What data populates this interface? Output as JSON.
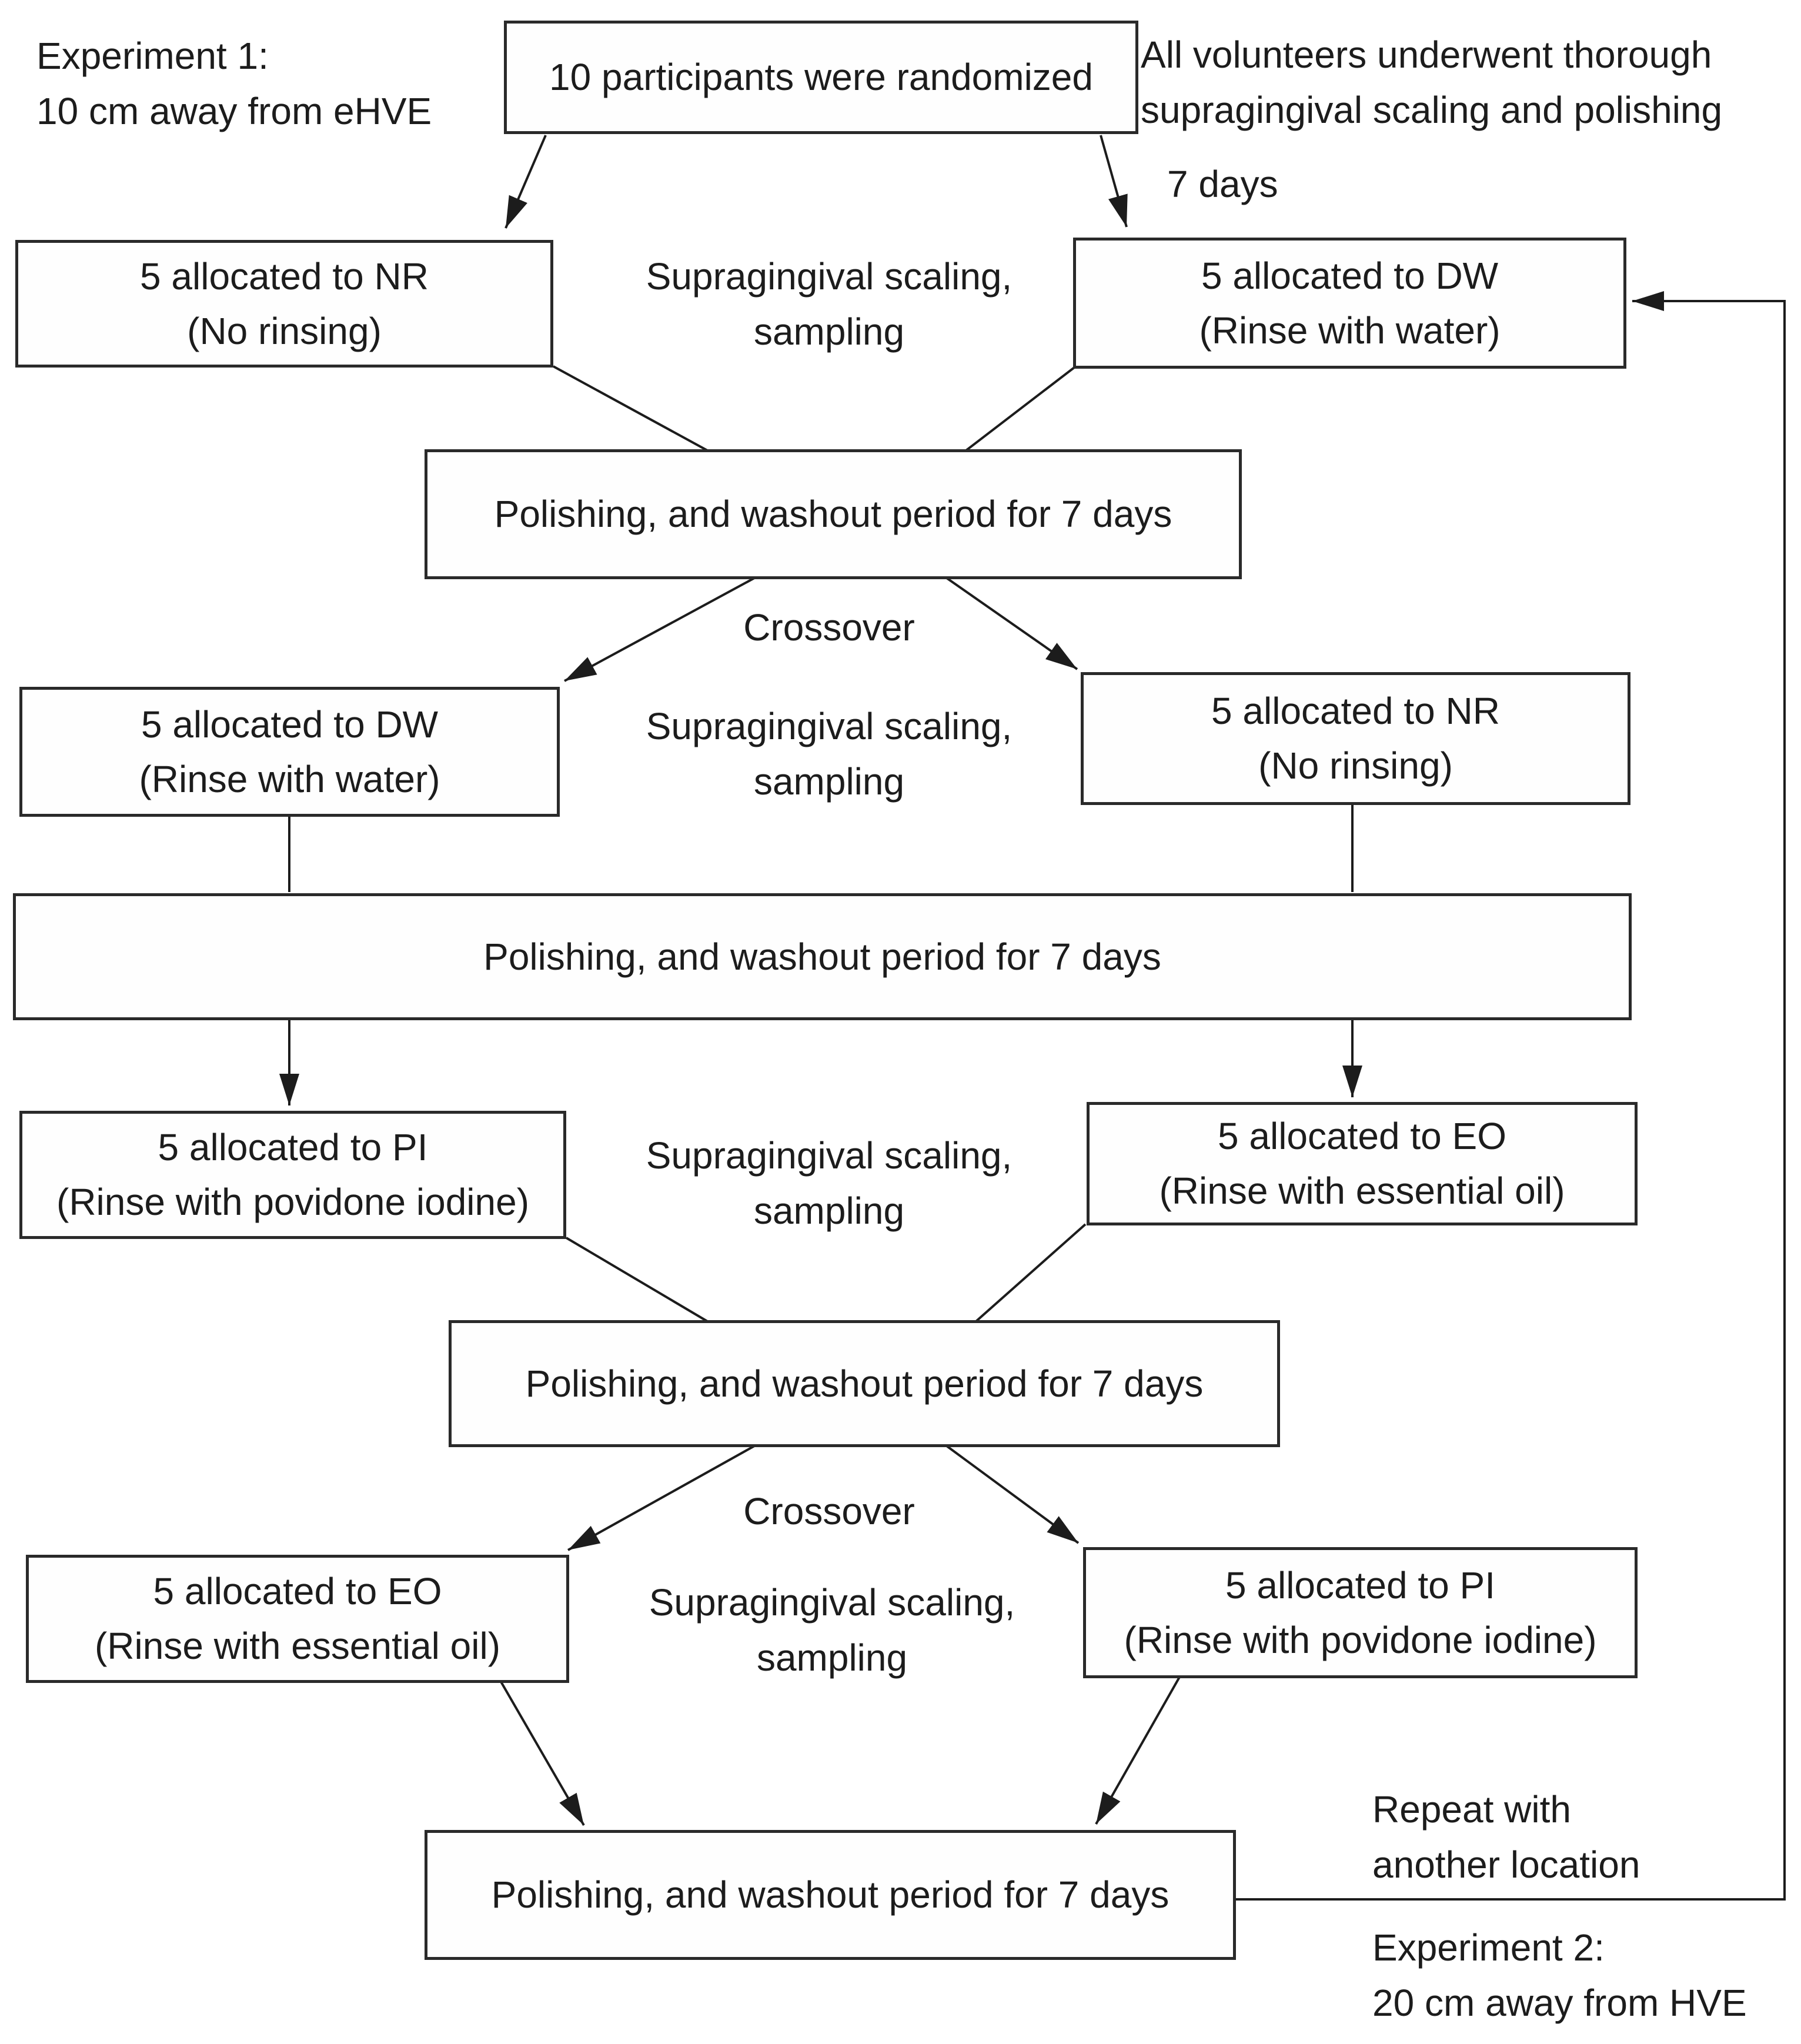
{
  "figure": {
    "type": "flowchart",
    "background": "#ffffff",
    "line_color": "#1c1c1c",
    "box_border_color": "#2a2a2a"
  },
  "annotations": {
    "experiment1": {
      "line1": "Experiment 1:",
      "line2": "10 cm away from eHVE"
    },
    "volunteers_note": {
      "line1": "All volunteers underwent thorough",
      "line2": "supragingival scaling and polishing"
    },
    "seven_days": "7 days",
    "scaling1": {
      "line1": "Supragingival scaling,",
      "line2": "sampling"
    },
    "crossover1": "Crossover",
    "scaling2": {
      "line1": "Supragingival scaling,",
      "line2": "sampling"
    },
    "scaling3": {
      "line1": "Supragingival scaling,",
      "line2": "sampling"
    },
    "crossover2": "Crossover",
    "scaling4": {
      "line1": "Supragingival scaling,",
      "line2": "sampling"
    },
    "repeat_note": {
      "line1": "Repeat with",
      "line2": "another location"
    },
    "experiment2": {
      "line1": "Experiment 2:",
      "line2": "20 cm away from HVE"
    }
  },
  "boxes": {
    "randomized": {
      "line1": "10 participants were randomized"
    },
    "nr1": {
      "line1": "5 allocated to NR",
      "line2": "(No rinsing)"
    },
    "dw1": {
      "line1": "5 allocated to DW",
      "line2": "(Rinse with water)"
    },
    "washout1": {
      "line1": "Polishing, and washout period for 7 days"
    },
    "dw2": {
      "line1": "5 allocated to DW",
      "line2": "(Rinse with water)"
    },
    "nr2": {
      "line1": "5 allocated to NR",
      "line2": "(No rinsing)"
    },
    "washout2": {
      "line1": "Polishing, and washout period for 7 days"
    },
    "pi3": {
      "line1": "5 allocated to PI",
      "line2": "(Rinse with povidone iodine)"
    },
    "eo3": {
      "line1": "5 allocated to EO",
      "line2": "(Rinse with essential oil)"
    },
    "washout3": {
      "line1": "Polishing, and washout period for 7 days"
    },
    "eo4": {
      "line1": "5 allocated to EO",
      "line2": "(Rinse with essential oil)"
    },
    "pi4": {
      "line1": "5 allocated to PI",
      "line2": "(Rinse with povidone iodine)"
    },
    "washout4": {
      "line1": "Polishing, and washout period for 7 days"
    }
  }
}
